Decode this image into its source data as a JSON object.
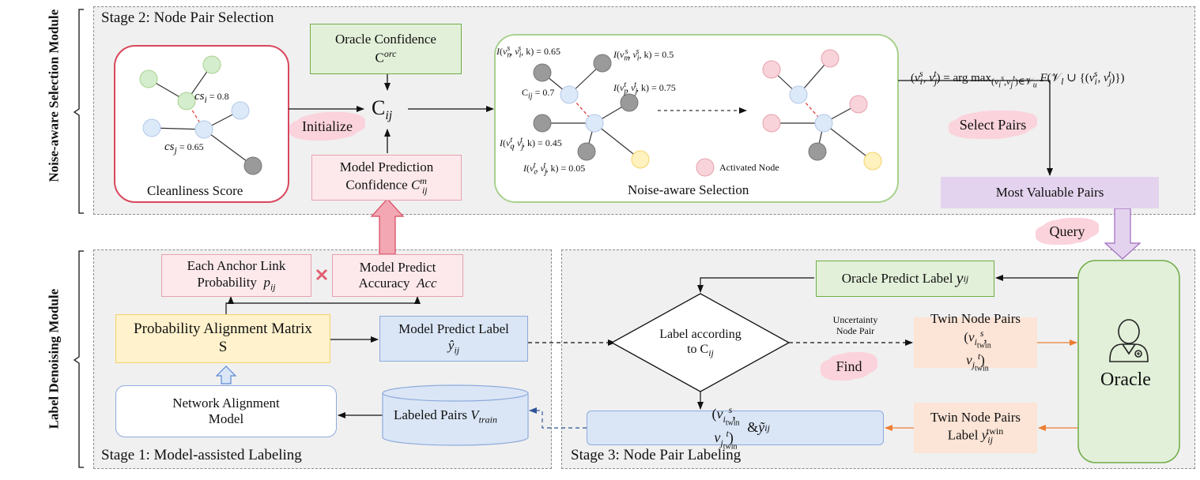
{
  "modules": {
    "top": "Noise-aware Selection Module",
    "bottom": "Label Denoising Module"
  },
  "stage2": {
    "title": "Stage 2: Node Pair Selection",
    "cleanliness": {
      "label": "Cleanliness Score",
      "cs_i": "cs",
      "cs_i_sub": "i",
      "cs_i_val": " = 0.8",
      "cs_j": "cs",
      "cs_j_sub": "j",
      "cs_j_val": " = 0.65"
    },
    "oracle_conf_line1": "Oracle Confidence",
    "oracle_conf_sym": "C",
    "oracle_conf_sup": "orc",
    "cij_main": "C",
    "cij_sub": "ij",
    "initialize": "Initialize",
    "model_pred_line1": "Model Prediction",
    "model_pred_line2": "Confidence",
    "model_pred_sym": "C",
    "model_pred_sup": "m",
    "model_pred_sub": "ij",
    "noise_sel": {
      "label": "Noise-aware Selection",
      "i1": "I(v",
      "i1_rest": ", k) = 0.65",
      "i2_rest": ", k) = 0.5",
      "i3_rest": ", k) = 0.75",
      "i4_rest": ", k) = 0.45",
      "i5_rest": ", k) = 0.05",
      "c_label": "C",
      "c_sub": "ij",
      "c_val": " = 0.7",
      "activated": "Activated Node"
    },
    "argmax": "(v",
    "select_pairs": "Select Pairs",
    "most_valuable": "Most Valuable Pairs",
    "query": "Query"
  },
  "stage1": {
    "title": "Stage 1: Model-assisted Labeling",
    "anchor_line1": "Each Anchor Link",
    "anchor_line2": "Probability",
    "anchor_sym": "p",
    "anchor_sub": "ij",
    "acc_line1": "Model Predict",
    "acc_line2": "Accuracy",
    "acc_sym": "Acc",
    "pam_line1": "Probability Alignment Matrix",
    "pam_line2": "S",
    "mpl_line1": "Model Predict Label",
    "mpl_sym": "ŷ",
    "mpl_sub": "ij",
    "net_line1": "Network Alignment",
    "net_line2": "Model",
    "labeled_pairs": "Labeled Pairs",
    "labeled_sym": "V",
    "labeled_sub": "train"
  },
  "stage3": {
    "title": "Stage 3: Node Pair Labeling",
    "oracle_label": "Oracle Predict Label",
    "oracle_sym": "y",
    "oracle_sub": "ij",
    "diamond_line1": "Label according",
    "diamond_line2": "to C",
    "diamond_sub": "ij",
    "uncertainty_line1": "Uncertainty",
    "uncertainty_line2": "Node Pair",
    "find": "Find",
    "twin_line1": "Twin Node Pairs",
    "twin_label_line1": "Twin Node Pairs",
    "twin_label_line2": "Label",
    "result_amp": " & ",
    "result_sym": "ỹ",
    "result_sub": "ij",
    "oracle": "Oracle"
  },
  "colors": {
    "green_fill": "#e2f0d9",
    "green_border": "#70ad47",
    "pink_fill": "#fde9ec",
    "pink_border": "#e6a1ad",
    "red_border": "#d9475d",
    "yellow_fill": "#fff2cc",
    "blue_fill": "#dae6f6",
    "blue_border": "#8eaadb",
    "orange_fill": "#fce4d6",
    "purple_fill": "#e4d3ee",
    "node_green": "#d4edcc",
    "node_blue": "#dce9f8",
    "node_gray": "#9a9a9a",
    "node_pink": "#f9d3da",
    "node_yellow": "#fff2bf"
  }
}
